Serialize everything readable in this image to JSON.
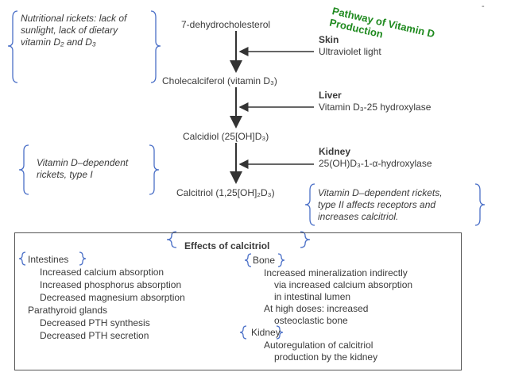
{
  "title": {
    "line1": "Pathway of Vitamin D",
    "line2": "Production"
  },
  "corner_mark": "-",
  "pathway": {
    "precursor": "7-dehydrocholesterol",
    "step1": "Cholecalciferol (vitamin D₃)",
    "step2": "Calcidiol (25[OH]D₃)",
    "step3": "Calcitriol (1,25[OH]₂D₃)"
  },
  "organs": {
    "skin": {
      "name": "Skin",
      "agent": "Ultraviolet light"
    },
    "liver": {
      "name": "Liver",
      "agent": "Vitamin D₃-25 hydroxylase"
    },
    "kidney": {
      "name": "Kidney",
      "agent": "25(OH)D₃-1-α-hydroxylase"
    }
  },
  "notes": {
    "nutritional": [
      "Nutritional rickets: lack of",
      "sunlight, lack of dietary",
      "vitamin D₂ and D₃"
    ],
    "type1": [
      "Vitamin D–dependent",
      "rickets, type I"
    ],
    "type2": [
      "Vitamin D–dependent rickets,",
      "type II affects receptors and",
      "increases calcitriol."
    ]
  },
  "effects": {
    "title": "Effects of calcitriol",
    "intestines": {
      "heading": "Intestines",
      "items": [
        "Increased calcium absorption",
        "Increased phosphorus absorption",
        "Decreased magnesium absorption"
      ]
    },
    "parathyroid": {
      "heading": "Parathyroid glands",
      "items": [
        "Decreased PTH synthesis",
        "Decreased PTH secretion"
      ]
    },
    "bone": {
      "heading": "Bone",
      "lines": [
        "Increased mineralization indirectly",
        "via increased calcium absorption",
        "in intestinal lumen",
        "At high doses: increased",
        "osteoclastic bone"
      ]
    },
    "kidney": {
      "heading": "Kidney",
      "lines": [
        "Autoregulation of calcitriol",
        "production by the kidney"
      ]
    }
  },
  "colors": {
    "bracket": "#4a6fc7",
    "title": "#1f8a1f",
    "arrow": "#333333",
    "text": "#3a3a3a"
  }
}
